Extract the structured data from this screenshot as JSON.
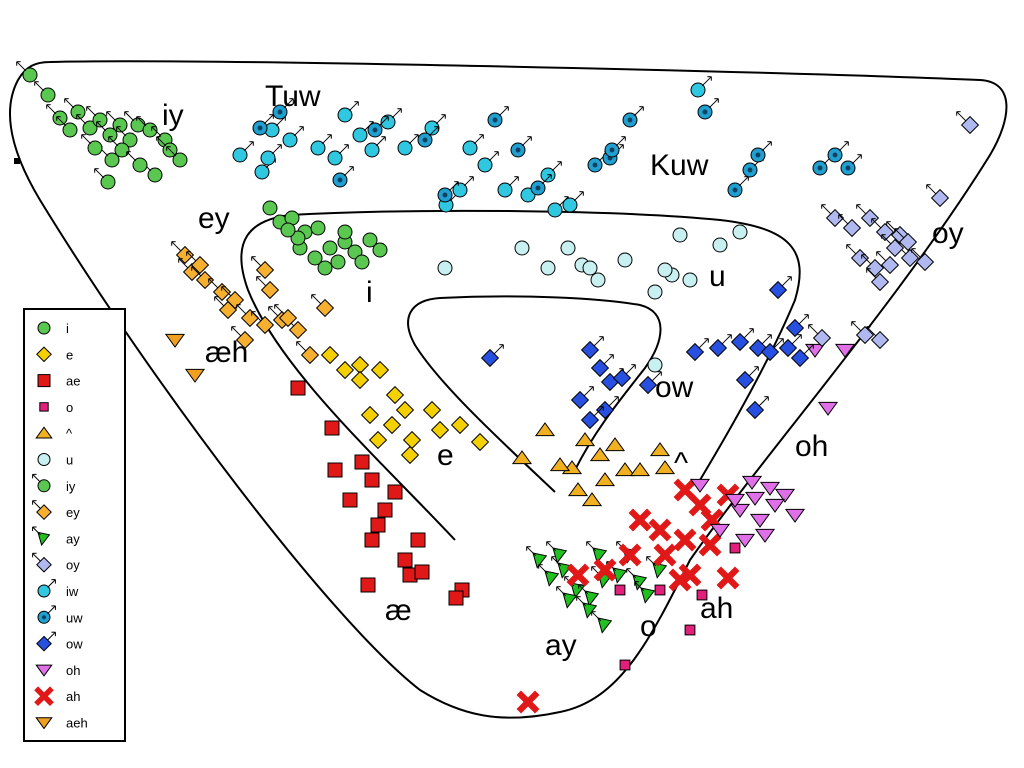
{
  "chart_data": {
    "type": "scatter",
    "title": "",
    "xlabel": "",
    "ylabel": "",
    "axes_shown": false,
    "grid": false,
    "legend_position": "left",
    "region_labels": [
      "iy",
      "Tuw",
      "Kuw",
      "ey",
      "oy",
      "i",
      "u",
      "æh",
      "ow",
      "e",
      "^",
      "oh",
      "æ",
      "ah",
      "o",
      "ay"
    ],
    "legend": [
      {
        "label": "i",
        "marker": "circle",
        "color": "#5ac850",
        "glide": false
      },
      {
        "label": "e",
        "marker": "diamond",
        "color": "#f5d000",
        "glide": false
      },
      {
        "label": "ae",
        "marker": "square",
        "color": "#e01818",
        "glide": false
      },
      {
        "label": "o",
        "marker": "square-small",
        "color": "#e0207a",
        "glide": false
      },
      {
        "label": "^",
        "marker": "triangle-up",
        "color": "#f0b020",
        "glide": false
      },
      {
        "label": "u",
        "marker": "circle-open",
        "color": "#c8f0f0",
        "glide": false
      },
      {
        "label": "iy",
        "marker": "circle",
        "color": "#5ac850",
        "glide": true
      },
      {
        "label": "ey",
        "marker": "diamond",
        "color": "#f5b030",
        "glide": true
      },
      {
        "label": "ay",
        "marker": "triangle-right",
        "color": "#20c020",
        "glide": true
      },
      {
        "label": "oy",
        "marker": "diamond",
        "color": "#b0b8f0",
        "glide": true
      },
      {
        "label": "iw",
        "marker": "circle",
        "color": "#30c8e0",
        "glide": true
      },
      {
        "label": "uw",
        "marker": "circle-dot",
        "color": "#20a0d0",
        "glide": true
      },
      {
        "label": "ow",
        "marker": "diamond",
        "color": "#2850e0",
        "glide": true
      },
      {
        "label": "oh",
        "marker": "triangle-down",
        "color": "#e070e8",
        "glide": false
      },
      {
        "label": "ah",
        "marker": "x",
        "color": "#e01818",
        "glide": false
      },
      {
        "label": "aeh",
        "marker": "triangle-down",
        "color": "#f0a020",
        "glide": false
      }
    ],
    "series": [
      {
        "name": "i",
        "points": [
          [
            270,
            208
          ],
          [
            280,
            222
          ],
          [
            292,
            218
          ],
          [
            305,
            232
          ],
          [
            318,
            228
          ],
          [
            300,
            248
          ],
          [
            315,
            258
          ],
          [
            330,
            248
          ],
          [
            345,
            242
          ],
          [
            338,
            262
          ],
          [
            355,
            252
          ],
          [
            370,
            240
          ],
          [
            380,
            250
          ],
          [
            362,
            262
          ],
          [
            325,
            268
          ],
          [
            298,
            238
          ],
          [
            288,
            230
          ],
          [
            345,
            232
          ]
        ]
      },
      {
        "name": "iy",
        "points": [
          [
            30,
            75
          ],
          [
            48,
            95
          ],
          [
            60,
            118
          ],
          [
            70,
            130
          ],
          [
            78,
            112
          ],
          [
            90,
            128
          ],
          [
            100,
            120
          ],
          [
            110,
            135
          ],
          [
            120,
            125
          ],
          [
            130,
            140
          ],
          [
            122,
            150
          ],
          [
            112,
            160
          ],
          [
            138,
            125
          ],
          [
            150,
            130
          ],
          [
            155,
            175
          ],
          [
            165,
            140
          ],
          [
            170,
            150
          ],
          [
            180,
            160
          ],
          [
            95,
            148
          ],
          [
            108,
            182
          ],
          [
            140,
            165
          ]
        ]
      },
      {
        "name": "e",
        "points": [
          [
            330,
            355
          ],
          [
            345,
            370
          ],
          [
            360,
            365
          ],
          [
            380,
            370
          ],
          [
            395,
            395
          ],
          [
            405,
            410
          ],
          [
            392,
            425
          ],
          [
            378,
            440
          ],
          [
            412,
            440
          ],
          [
            432,
            410
          ],
          [
            440,
            430
          ],
          [
            460,
            425
          ],
          [
            480,
            442
          ],
          [
            410,
            455
          ],
          [
            370,
            415
          ],
          [
            360,
            380
          ]
        ]
      },
      {
        "name": "ey",
        "points": [
          [
            185,
            255
          ],
          [
            192,
            272
          ],
          [
            205,
            280
          ],
          [
            222,
            292
          ],
          [
            235,
            300
          ],
          [
            250,
            318
          ],
          [
            265,
            325
          ],
          [
            282,
            320
          ],
          [
            298,
            330
          ],
          [
            310,
            355
          ],
          [
            325,
            308
          ],
          [
            265,
            270
          ],
          [
            270,
            290
          ],
          [
            288,
            318
          ],
          [
            245,
            340
          ],
          [
            228,
            310
          ],
          [
            200,
            265
          ]
        ]
      },
      {
        "name": "aeh",
        "points": [
          [
            175,
            340
          ],
          [
            195,
            375
          ]
        ]
      },
      {
        "name": "ae",
        "points": [
          [
            298,
            388
          ],
          [
            332,
            428
          ],
          [
            362,
            462
          ],
          [
            372,
            480
          ],
          [
            350,
            500
          ],
          [
            395,
            492
          ],
          [
            385,
            510
          ],
          [
            378,
            525
          ],
          [
            372,
            540
          ],
          [
            405,
            560
          ],
          [
            410,
            575
          ],
          [
            422,
            572
          ],
          [
            418,
            540
          ],
          [
            462,
            590
          ],
          [
            456,
            598
          ],
          [
            368,
            585
          ],
          [
            335,
            470
          ]
        ]
      },
      {
        "name": "^",
        "points": [
          [
            522,
            458
          ],
          [
            545,
            430
          ],
          [
            572,
            468
          ],
          [
            585,
            440
          ],
          [
            600,
            455
          ],
          [
            615,
            445
          ],
          [
            592,
            500
          ],
          [
            605,
            480
          ],
          [
            625,
            470
          ],
          [
            640,
            470
          ],
          [
            660,
            450
          ],
          [
            665,
            468
          ],
          [
            578,
            490
          ],
          [
            560,
            465
          ]
        ]
      },
      {
        "name": "o",
        "points": [
          [
            625,
            665
          ],
          [
            690,
            630
          ],
          [
            702,
            595
          ],
          [
            735,
            548
          ],
          [
            660,
            590
          ],
          [
            620,
            590
          ]
        ]
      },
      {
        "name": "ay",
        "points": [
          [
            540,
            560
          ],
          [
            552,
            578
          ],
          [
            565,
            570
          ],
          [
            578,
            590
          ],
          [
            592,
            598
          ],
          [
            605,
            580
          ],
          [
            620,
            575
          ],
          [
            640,
            582
          ],
          [
            660,
            570
          ],
          [
            648,
            595
          ],
          [
            605,
            625
          ],
          [
            590,
            610
          ],
          [
            570,
            600
          ],
          [
            560,
            555
          ],
          [
            600,
            555
          ],
          [
            630,
            555
          ]
        ]
      },
      {
        "name": "ah",
        "points": [
          [
            528,
            702
          ],
          [
            578,
            575
          ],
          [
            605,
            570
          ],
          [
            630,
            555
          ],
          [
            640,
            520
          ],
          [
            660,
            530
          ],
          [
            685,
            490
          ],
          [
            700,
            505
          ],
          [
            712,
            520
          ],
          [
            728,
            495
          ],
          [
            710,
            545
          ],
          [
            685,
            540
          ],
          [
            665,
            555
          ],
          [
            690,
            575
          ],
          [
            728,
            578
          ],
          [
            680,
            580
          ]
        ]
      },
      {
        "name": "oh",
        "points": [
          [
            828,
            408
          ],
          [
            815,
            350
          ],
          [
            845,
            350
          ],
          [
            752,
            482
          ],
          [
            770,
            488
          ],
          [
            785,
            495
          ],
          [
            795,
            515
          ],
          [
            760,
            520
          ],
          [
            740,
            510
          ],
          [
            765,
            535
          ],
          [
            745,
            540
          ],
          [
            720,
            530
          ],
          [
            735,
            500
          ],
          [
            700,
            485
          ],
          [
            755,
            498
          ],
          [
            775,
            505
          ]
        ]
      },
      {
        "name": "u",
        "points": [
          [
            445,
            268
          ],
          [
            522,
            248
          ],
          [
            548,
            268
          ],
          [
            568,
            248
          ],
          [
            582,
            265
          ],
          [
            598,
            280
          ],
          [
            590,
            268
          ],
          [
            625,
            260
          ],
          [
            655,
            292
          ],
          [
            672,
            275
          ],
          [
            690,
            280
          ],
          [
            680,
            235
          ],
          [
            720,
            245
          ],
          [
            740,
            232
          ],
          [
            655,
            365
          ],
          [
            665,
            270
          ]
        ]
      },
      {
        "name": "iw",
        "points": [
          [
            240,
            155
          ],
          [
            262,
            172
          ],
          [
            272,
            130
          ],
          [
            290,
            140
          ],
          [
            318,
            148
          ],
          [
            345,
            115
          ],
          [
            360,
            135
          ],
          [
            372,
            150
          ],
          [
            388,
            122
          ],
          [
            405,
            148
          ],
          [
            432,
            128
          ],
          [
            446,
            205
          ],
          [
            460,
            190
          ],
          [
            470,
            148
          ],
          [
            485,
            165
          ],
          [
            505,
            190
          ],
          [
            528,
            195
          ],
          [
            548,
            175
          ],
          [
            555,
            210
          ],
          [
            570,
            205
          ],
          [
            698,
            90
          ],
          [
            268,
            158
          ],
          [
            335,
            158
          ]
        ]
      },
      {
        "name": "uw",
        "points": [
          [
            260,
            128
          ],
          [
            280,
            112
          ],
          [
            340,
            180
          ],
          [
            375,
            130
          ],
          [
            425,
            140
          ],
          [
            445,
            195
          ],
          [
            495,
            120
          ],
          [
            518,
            150
          ],
          [
            538,
            188
          ],
          [
            595,
            165
          ],
          [
            610,
            158
          ],
          [
            630,
            120
          ],
          [
            705,
            112
          ],
          [
            735,
            190
          ],
          [
            750,
            170
          ],
          [
            758,
            155
          ],
          [
            820,
            168
          ],
          [
            835,
            155
          ],
          [
            848,
            168
          ],
          [
            612,
            150
          ]
        ]
      },
      {
        "name": "ow",
        "points": [
          [
            490,
            358
          ],
          [
            590,
            350
          ],
          [
            600,
            368
          ],
          [
            610,
            382
          ],
          [
            622,
            378
          ],
          [
            648,
            385
          ],
          [
            580,
            400
          ],
          [
            605,
            410
          ],
          [
            590,
            420
          ],
          [
            695,
            352
          ],
          [
            718,
            348
          ],
          [
            740,
            342
          ],
          [
            758,
            348
          ],
          [
            770,
            352
          ],
          [
            788,
            348
          ],
          [
            800,
            358
          ],
          [
            795,
            328
          ],
          [
            745,
            380
          ],
          [
            755,
            410
          ],
          [
            778,
            290
          ]
        ]
      },
      {
        "name": "oy",
        "points": [
          [
            970,
            125
          ],
          [
            940,
            198
          ],
          [
            835,
            218
          ],
          [
            852,
            228
          ],
          [
            870,
            218
          ],
          [
            885,
            232
          ],
          [
            900,
            235
          ],
          [
            860,
            258
          ],
          [
            875,
            268
          ],
          [
            890,
            265
          ],
          [
            910,
            258
          ],
          [
            925,
            262
          ],
          [
            880,
            282
          ],
          [
            822,
            338
          ],
          [
            880,
            340
          ],
          [
            865,
            335
          ],
          [
            895,
            248
          ],
          [
            908,
            242
          ]
        ]
      }
    ]
  }
}
